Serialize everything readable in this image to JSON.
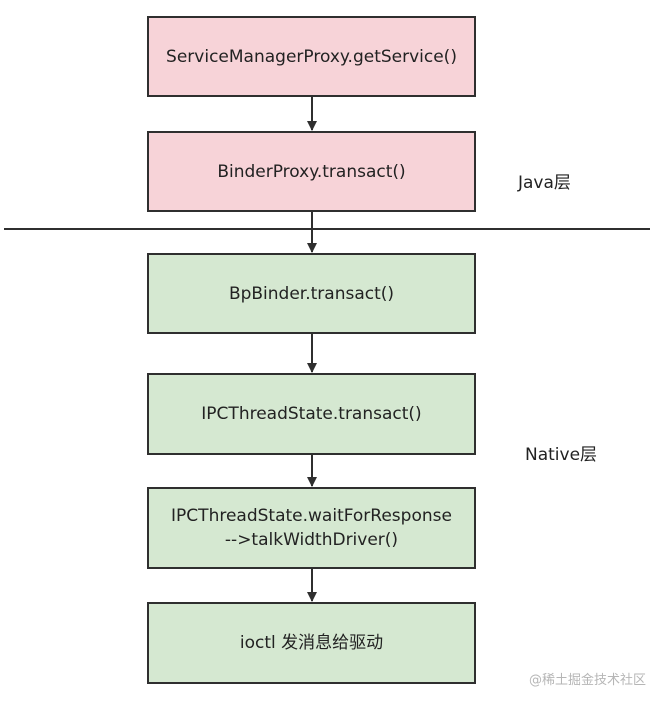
{
  "boxes": [
    {
      "id": "box-service-manager-proxy",
      "lines": [
        "ServiceManagerProxy.getService()"
      ],
      "color": "#f7d3d8"
    },
    {
      "id": "box-binder-proxy",
      "lines": [
        "BinderProxy.transact()"
      ],
      "color": "#f7d3d8"
    },
    {
      "id": "box-bp-binder",
      "lines": [
        "BpBinder.transact()"
      ],
      "color": "#d5e8d1"
    },
    {
      "id": "box-ipc-transact",
      "lines": [
        "IPCThreadState.transact()"
      ],
      "color": "#d5e8d1"
    },
    {
      "id": "box-ipc-wait",
      "lines": [
        "IPCThreadState.waitForResponse",
        "-->talkWidthDriver()"
      ],
      "color": "#d5e8d1"
    },
    {
      "id": "box-ioctl",
      "lines": [
        "ioctl 发消息给驱动"
      ],
      "color": "#d5e8d1"
    }
  ],
  "layers": {
    "java": "Java层",
    "native": "Native层"
  },
  "watermark": "@稀土掘金技术社区",
  "colors": {
    "java_fill": "#f7d3d8",
    "native_fill": "#d5e8d1",
    "stroke": "#2f2f2f"
  }
}
